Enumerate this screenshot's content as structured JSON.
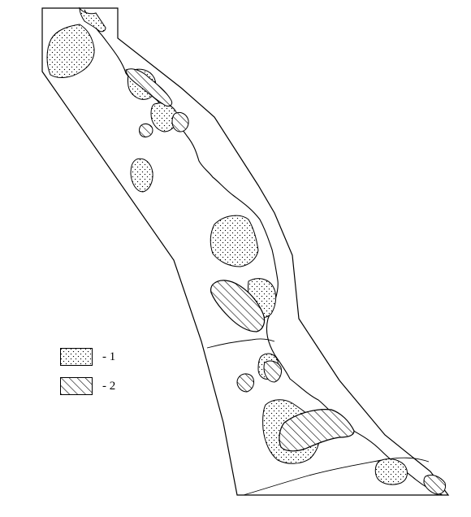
{
  "map": {
    "colors": {
      "background": "#ffffff",
      "outline": "#000000",
      "dot_fill": "#000000",
      "hatch_fill": "#000000"
    },
    "legend": [
      {
        "pattern": "dots",
        "label": "- 1"
      },
      {
        "pattern": "hatch",
        "label": "- 2"
      }
    ]
  }
}
